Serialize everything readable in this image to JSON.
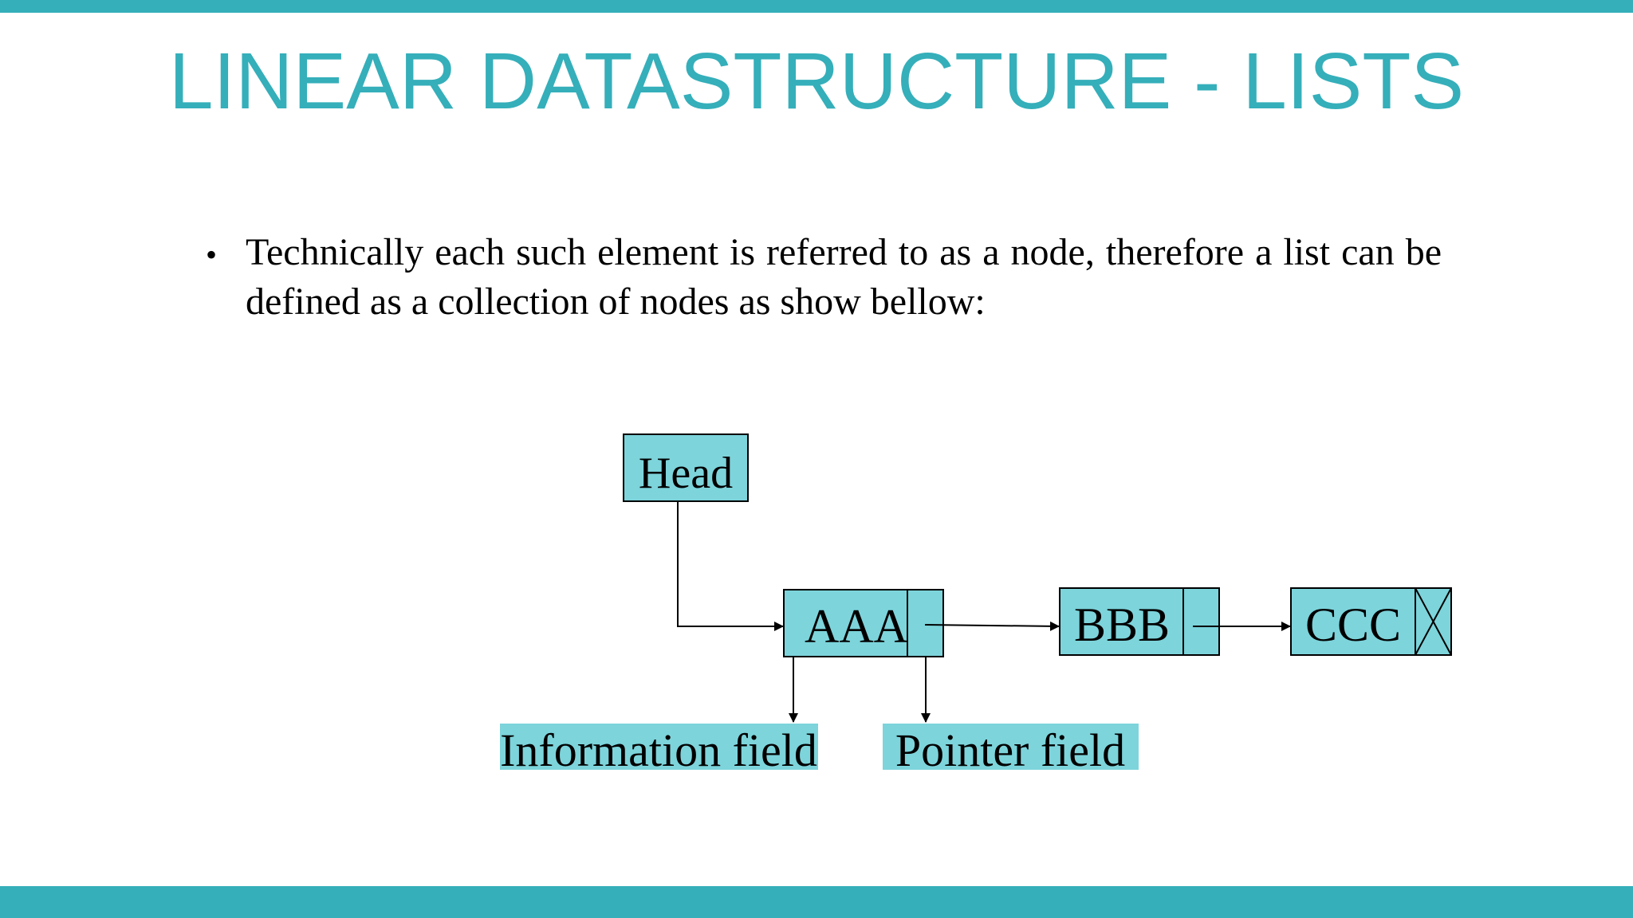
{
  "slide": {
    "title": "LINEAR DATASTRUCTURE - LISTS",
    "bullet": "Technically each such element is referred to as a node, therefore a list can be defined as a collection of nodes as show bellow:"
  },
  "diagram": {
    "head_label": "Head",
    "nodes": [
      {
        "info": "AAA"
      },
      {
        "info": "BBB"
      },
      {
        "info": "CCC"
      }
    ],
    "info_field_label": "Information field",
    "pointer_field_label": "Pointer field"
  },
  "colors": {
    "accent": "#35AFBA",
    "node_fill": "#7DD4DB",
    "stroke": "#000000"
  }
}
